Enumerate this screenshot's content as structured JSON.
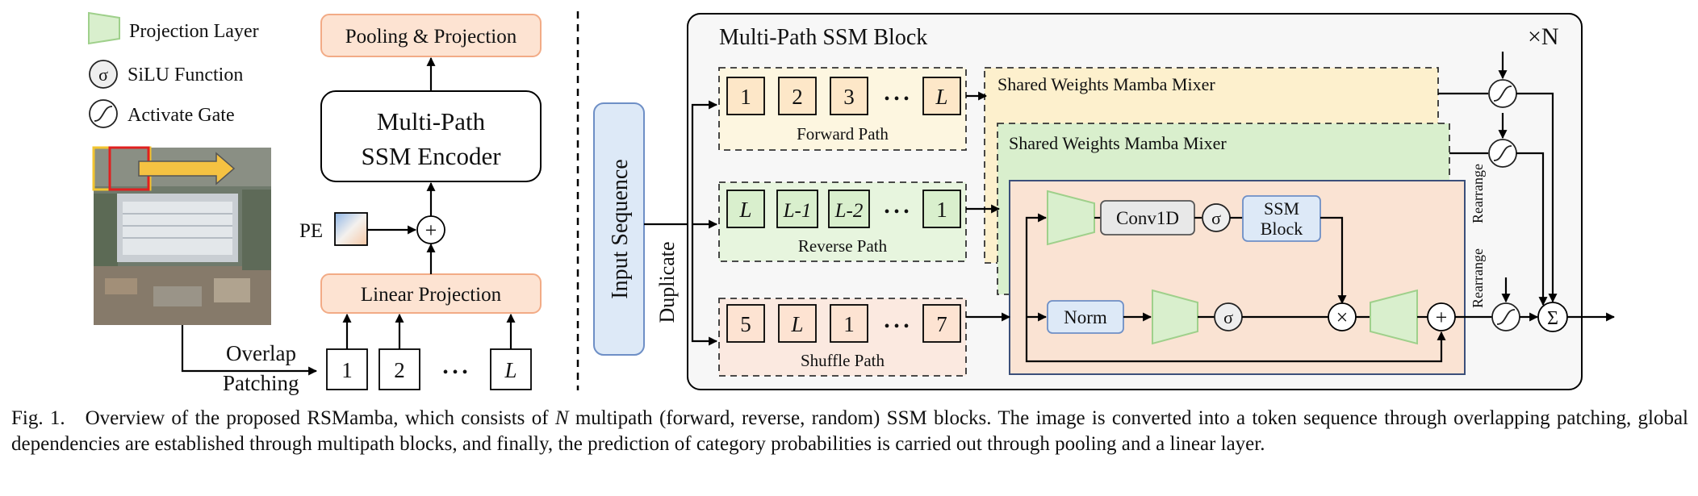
{
  "legend": {
    "projection_layer": "Projection Layer",
    "silu_symbol": "σ",
    "silu_function": "SiLU Function",
    "activate_gate": "Activate Gate"
  },
  "left": {
    "pooling_projection": "Pooling & Projection",
    "encoder_line1": "Multi-Path",
    "encoder_line2": "SSM Encoder",
    "pe": "PE",
    "plus": "+",
    "linear_projection": "Linear Projection",
    "overlap": "Overlap",
    "patching": "Patching",
    "tokens": [
      "1",
      "2",
      "L"
    ],
    "ellipsis": "• • •"
  },
  "input_sequence": "Input Sequence",
  "duplicate": "Duplicate",
  "block": {
    "title": "Multi-Path SSM Block",
    "times_n": "×N",
    "forward_tokens": [
      "1",
      "2",
      "3",
      "L"
    ],
    "forward_label": "Forward Path",
    "reverse_tokens": [
      "L",
      "L-1",
      "L-2",
      "1"
    ],
    "reverse_label": "Reverse Path",
    "shuffle_tokens": [
      "5",
      "L",
      "1",
      "7"
    ],
    "shuffle_label": "Shuffle Path",
    "ellipsis": "• • •",
    "mixer1": "Shared Weights Mamba Mixer",
    "mixer2": "Shared Weights Mamba Mixer",
    "conv1d": "Conv1D",
    "ssm_line1": "SSM",
    "ssm_line2": "Block",
    "norm": "Norm",
    "sigma": "σ",
    "times": "×",
    "plus": "+",
    "sum": "Σ",
    "rearrange_top": "Rearrange",
    "rearrange_bottom": "Rearrange"
  },
  "caption": {
    "label": "Fig. 1.",
    "part1": "Overview of the proposed RSMamba, which consists of ",
    "n": "N",
    "part2": " multipath (forward, reverse, random) SSM blocks. The image is converted into a token sequence through overlapping patching, global dependencies are established through multipath blocks, and finally, the prediction of category probabilities is carried out through pooling and a linear layer."
  },
  "colors": {
    "orange_fill": "#fde3d2",
    "orange_stroke": "#f2ab86",
    "blue_fill": "#dde9f7",
    "blue_stroke": "#6e8fc6",
    "green_fill": "#d9efcd",
    "green_stroke": "#9fd08b",
    "yellow_fill": "#fdf0cd",
    "token_fill": "#fde7c8",
    "gray_fill": "#e8e8e8",
    "block_fill": "#f7f7f7"
  }
}
